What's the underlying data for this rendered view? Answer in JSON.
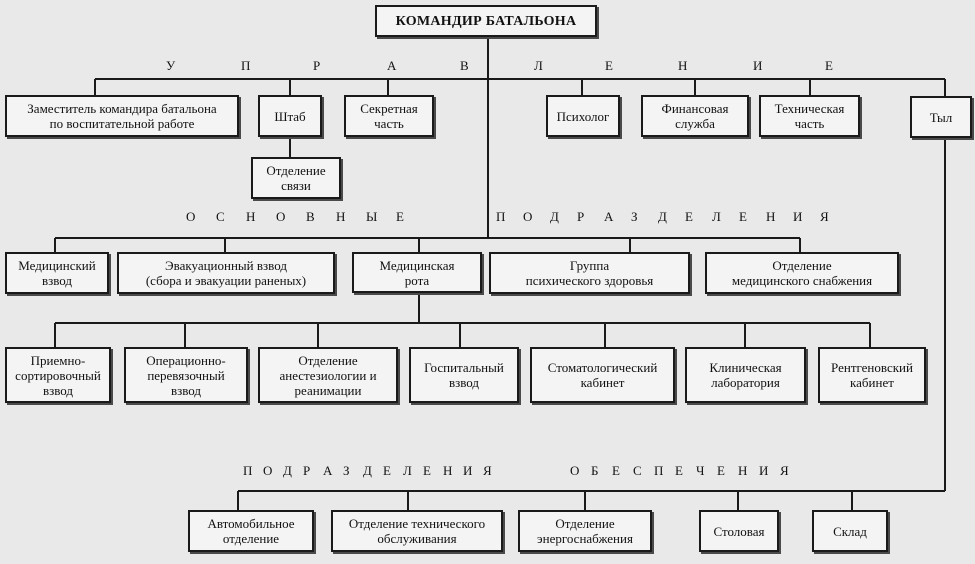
{
  "title": "КОМАНДИР БАТАЛЬОНА",
  "sections": {
    "management": [
      "У",
      "П",
      "Р",
      "А",
      "В",
      "Л",
      "Е",
      "Н",
      "И",
      "Е"
    ],
    "main_left": [
      "О",
      "С",
      "Н",
      "О",
      "В",
      "Н",
      "Ы",
      "Е"
    ],
    "main_right": [
      "П",
      "О",
      "Д",
      "Р",
      "А",
      "З",
      "Д",
      "Е",
      "Л",
      "Е",
      "Н",
      "И",
      "Я"
    ],
    "support_left": [
      "П",
      "О",
      "Д",
      "Р",
      "А",
      "З",
      "Д",
      "Е",
      "Л",
      "Е",
      "Н",
      "И",
      "Я"
    ],
    "support_right": [
      "О",
      "Б",
      "Е",
      "С",
      "П",
      "Е",
      "Ч",
      "Е",
      "Н",
      "И",
      "Я"
    ]
  },
  "management_units": {
    "deputy": "Заместитель командира батальона\nпо воспитательной работе",
    "staff": "Штаб",
    "secret": "Секретная\nчасть",
    "comms": "Отделение\nсвязи",
    "psychologist": "Психолог",
    "finance": "Финансовая\nслужба",
    "technical": "Техническая\nчасть",
    "rear": "Тыл"
  },
  "main_units": {
    "med_platoon": "Медицинский\nвзвод",
    "evac_platoon": "Эвакуационный взвод\n(сбора и эвакуации раненых)",
    "med_company": "Медицинская\nрота",
    "mental_health": "Группа\nпсихического здоровья",
    "med_supply": "Отделение\nмедицинского снабжения"
  },
  "company_units": {
    "reception": "Приемно-\nсортировочный\nвзвод",
    "operating": "Операционно-\nперевязочный\nвзвод",
    "anesthesia": "Отделение\nанестезиологии и\nреанимации",
    "hospital": "Госпитальный\nвзвод",
    "dental": "Стоматологический\nкабинет",
    "lab": "Клиническая\nлаборатория",
    "xray": "Рентгеновский\nкабинет"
  },
  "support_units": {
    "auto": "Автомобильное\nотделение",
    "maintenance": "Отделение технического\nобслуживания",
    "energy": "Отделение\nэнергоснабжения",
    "canteen": "Столовая",
    "warehouse": "Склад"
  }
}
